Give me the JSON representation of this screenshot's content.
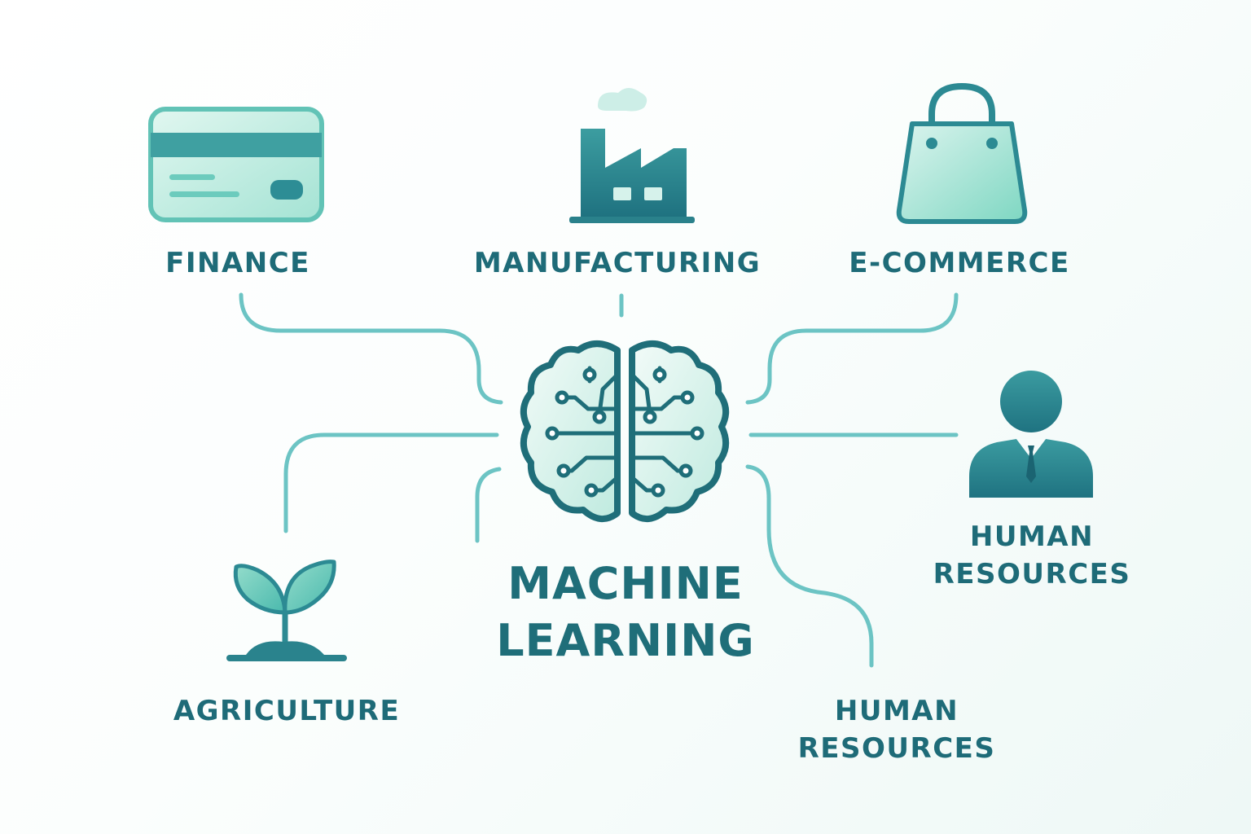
{
  "center": {
    "title_line1": "MACHINE",
    "title_line2": "LEARNING",
    "icon": "brain-circuit-icon"
  },
  "nodes": [
    {
      "id": "finance",
      "label": "FINANCE",
      "icon": "credit-card-icon"
    },
    {
      "id": "manufacturing",
      "label": "MANUFACTURING",
      "icon": "factory-icon"
    },
    {
      "id": "ecommerce",
      "label": "E-COMMERCE",
      "icon": "shopping-bag-icon"
    },
    {
      "id": "hr_right",
      "label_line1": "HUMAN",
      "label_line2": "RESOURCES",
      "icon": "person-icon"
    },
    {
      "id": "agriculture",
      "label": "AGRICULTURE",
      "icon": "sprout-icon"
    },
    {
      "id": "hr_bottom",
      "label_line1": "HUMAN",
      "label_line2": "RESOURCES"
    }
  ],
  "colors": {
    "dark_teal": "#1e6b78",
    "teal": "#2f8f96",
    "light_teal": "#9ee0d4",
    "connector": "#6cc4c4"
  }
}
